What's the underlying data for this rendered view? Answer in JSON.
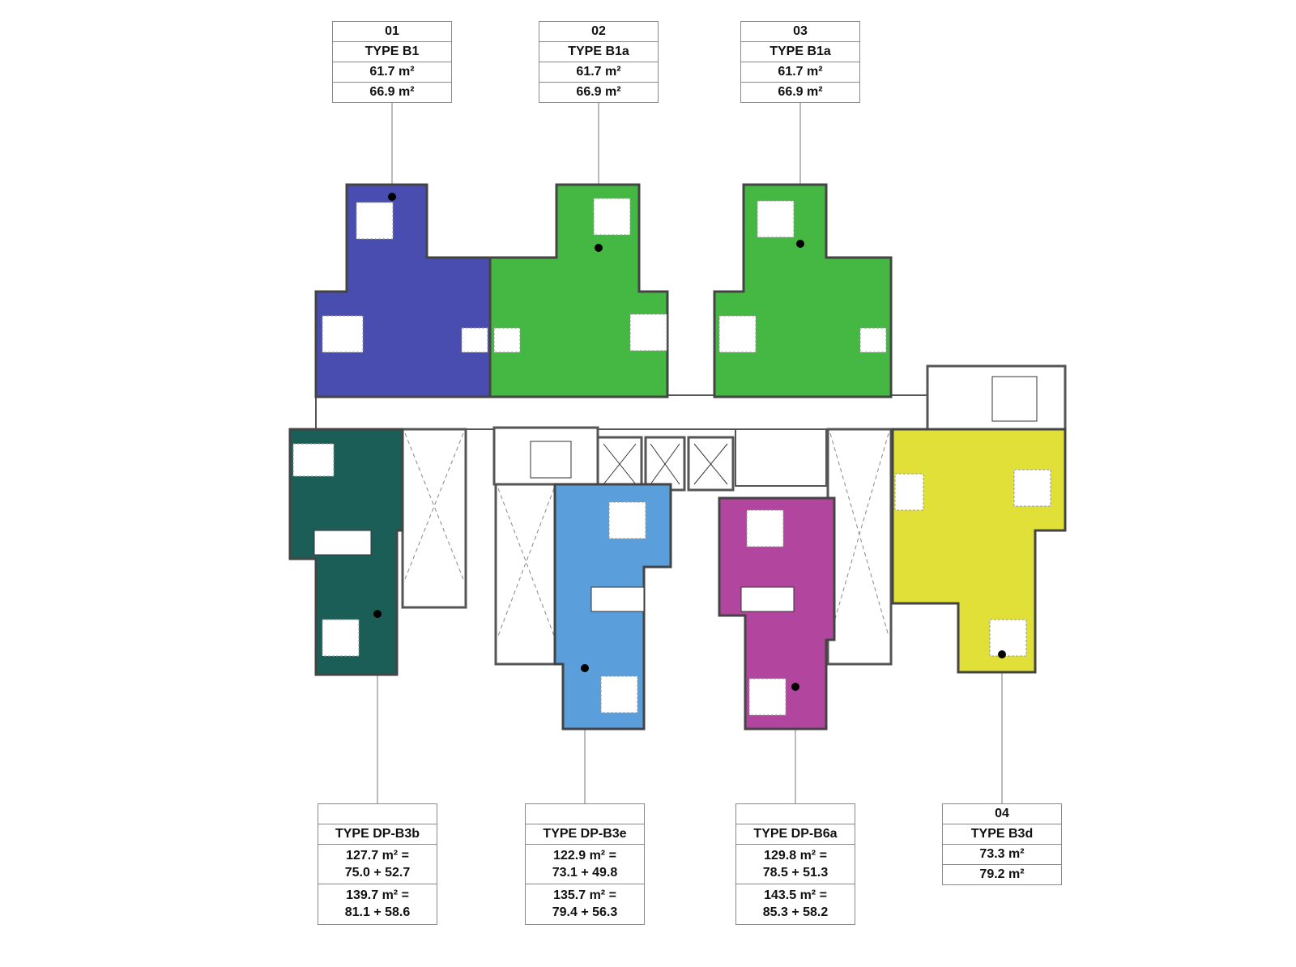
{
  "colors": {
    "unit_01": "#4a4db0",
    "unit_02": "#44b843",
    "unit_03": "#44b843",
    "dp_b3b": "#1b5e58",
    "dp_b3e": "#5a9fdb",
    "dp_b6a": "#b2469e",
    "unit_04": "#e0e038"
  },
  "labels": {
    "u01": {
      "number": "01",
      "type": "TYPE B1",
      "area1": "61.7 m²",
      "area2": "66.9 m²"
    },
    "u02": {
      "number": "02",
      "type": "TYPE B1a",
      "area1": "61.7 m²",
      "area2": "66.9 m²"
    },
    "u03": {
      "number": "03",
      "type": "TYPE B1a",
      "area1": "61.7 m²",
      "area2": "66.9 m²"
    },
    "b3b": {
      "number": "",
      "type": "TYPE DP-B3b",
      "area1_total": "127.7 m² =",
      "area1_split": "75.0 + 52.7",
      "area2_total": "139.7 m² =",
      "area2_split": "81.1 + 58.6"
    },
    "b3e": {
      "number": "",
      "type": "TYPE DP-B3e",
      "area1_total": "122.9 m² =",
      "area1_split": "73.1 + 49.8",
      "area2_total": "135.7 m² =",
      "area2_split": "79.4 + 56.3"
    },
    "b6a": {
      "number": "",
      "type": "TYPE DP-B6a",
      "area1_total": "129.8 m² =",
      "area1_split": "78.5 + 51.3",
      "area2_total": "143.5 m² =",
      "area2_split": "85.3 + 58.2"
    },
    "u04": {
      "number": "04",
      "type": "TYPE B3d",
      "area1": "73.3 m²",
      "area2": "79.2 m²"
    }
  }
}
